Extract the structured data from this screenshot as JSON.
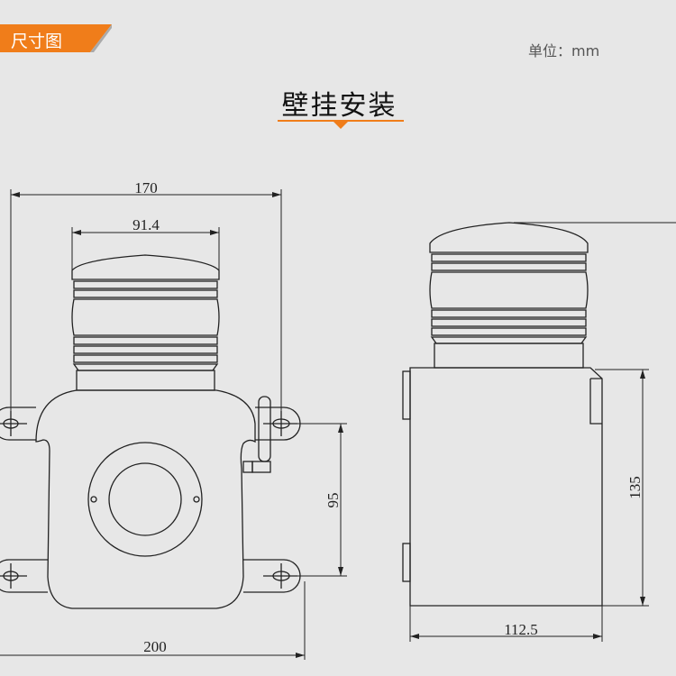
{
  "header": {
    "section_tag": "尺寸图",
    "unit_label": "单位：mm"
  },
  "title": "壁挂安装",
  "colors": {
    "accent": "#f07d1a",
    "background": "#e7e7e7",
    "line": "#222222"
  },
  "dimensions": {
    "front_total_width": "170",
    "lamp_width": "91.4",
    "mount_hole_vertical": "95",
    "base_width": "200",
    "side_height": "135",
    "side_depth": "112.5"
  }
}
